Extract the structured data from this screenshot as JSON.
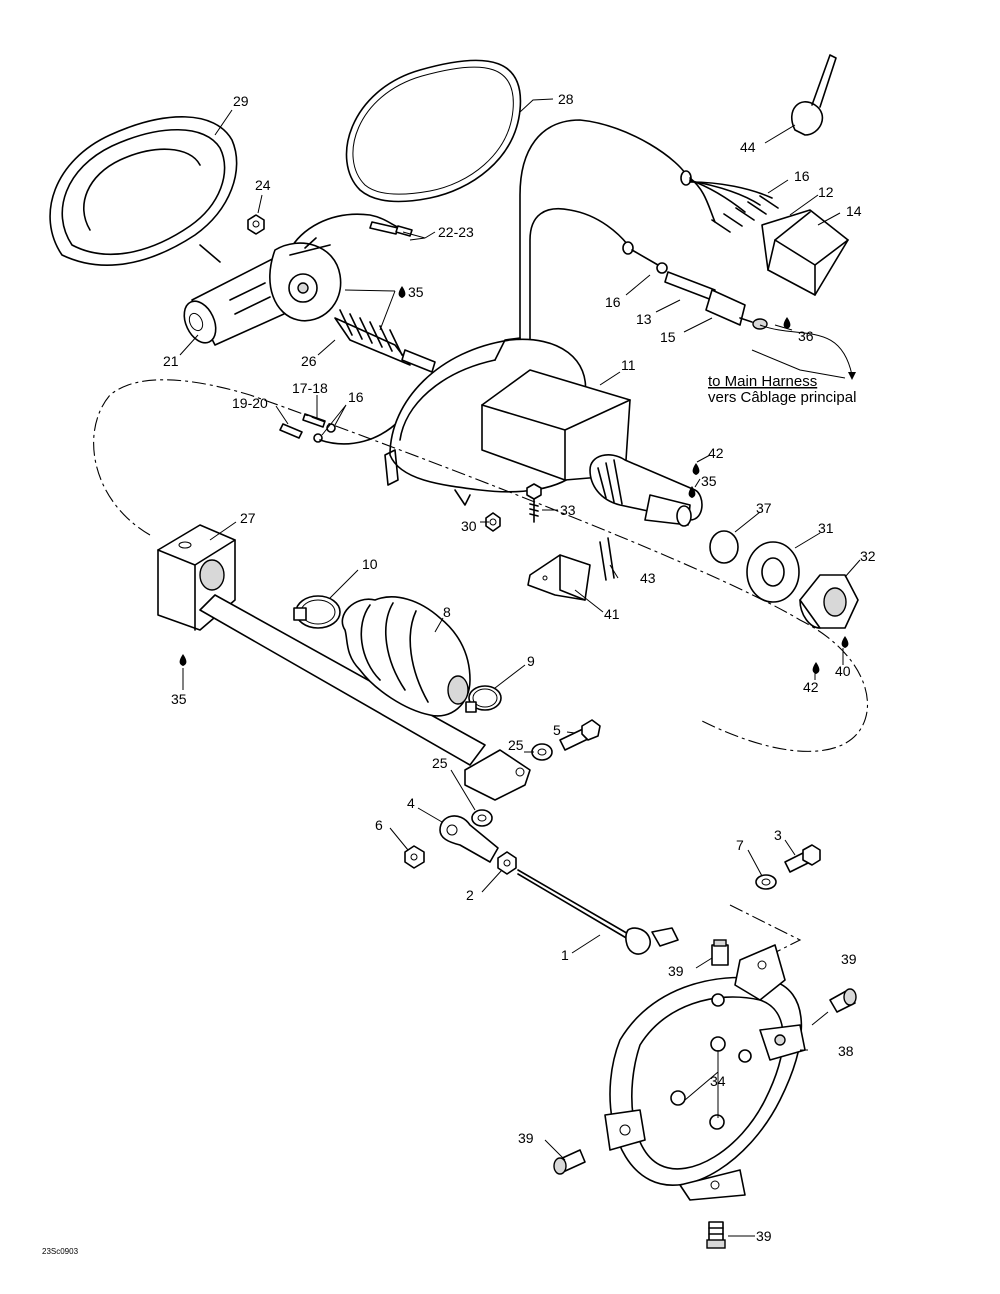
{
  "callouts": {
    "c29": "29",
    "c24": "24",
    "c22_23": "22-23",
    "c28": "28",
    "c44": "44",
    "c16a": "16",
    "c12": "12",
    "c14": "14",
    "c35a": "35",
    "c16b": "16",
    "c13": "13",
    "c15": "15",
    "c36": "36",
    "c21": "21",
    "c26": "26",
    "c11": "11",
    "c17_18": "17-18",
    "c19_20": "19-20",
    "c16c": "16",
    "c42a": "42",
    "c35b": "35",
    "c33": "33",
    "c37": "37",
    "c30": "30",
    "c31": "31",
    "c32": "32",
    "c27": "27",
    "c10": "10",
    "c43": "43",
    "c41": "41",
    "c8": "8",
    "c9": "9",
    "c35c": "35",
    "c42b": "42",
    "c40": "40",
    "c5": "5",
    "c25a": "25",
    "c25b": "25",
    "c4": "4",
    "c6": "6",
    "c3": "3",
    "c7": "7",
    "c2": "2",
    "c1": "1",
    "c39a": "39",
    "c39b": "39",
    "c38": "38",
    "c34": "34",
    "c39c": "39",
    "c39d": "39"
  },
  "harness_note": {
    "line1": "to Main Harness",
    "line2": "vers Câblage principal"
  },
  "drawing_code": "23Sc0903",
  "icons": {
    "lubricant_drop": "drop-icon",
    "arrow": "arrow-down-right-icon"
  }
}
